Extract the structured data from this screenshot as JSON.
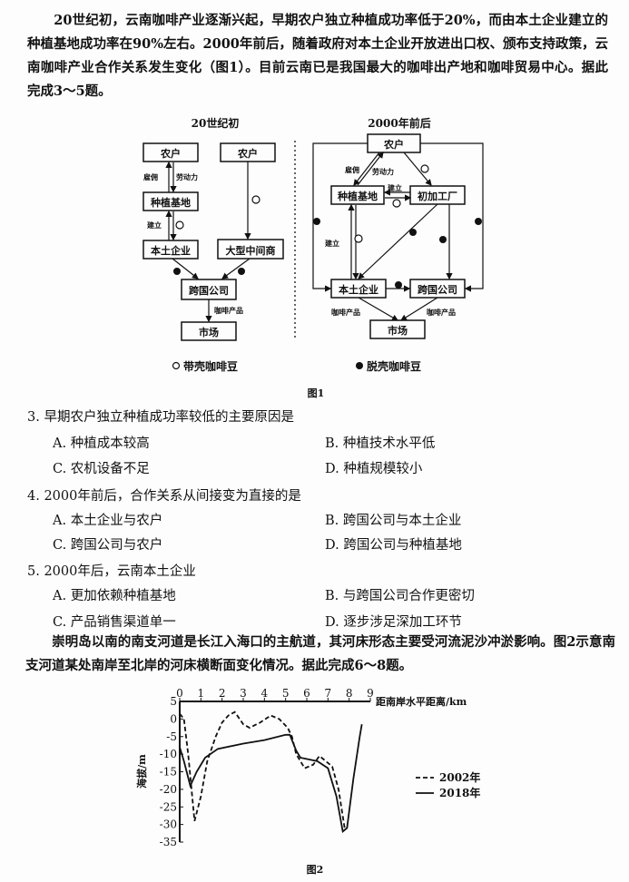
{
  "passage1": "　　20世纪初，云南咖啡产业逐渐兴起，早期农户独立种植成功率低于20%，而由本土企业建立的种植基地成功率在90%左右。2000年前后，随着政府对本土企业开放进出口权、颁布支持政策，云南咖啡产业合作关系发生变化（图1）。目前云南已是我国最大的咖啡出产地和咖啡贸易中心。据此完成3～5题。",
  "figure1": {
    "left_title": "20世纪初",
    "right_title": "2000年前后",
    "farmer": "农户",
    "plantation": "种植基地",
    "local_firm": "本土企业",
    "middleman": "大型中间商",
    "multinational": "跨国公司",
    "market": "市场",
    "processing": "初加工厂",
    "employ": "雇佣",
    "labor": "劳动力",
    "build": "建立",
    "coffee_products": "咖啡产品",
    "legend_hollow": "带壳咖啡豆",
    "legend_solid": "脱壳咖啡豆",
    "caption": "图1"
  },
  "questions": [
    {
      "stem": "3.  早期农户独立种植成功率较低的主要原因是",
      "options": [
        "A. 种植成本较高",
        "B. 种植技术水平低",
        "C. 农机设备不足",
        "D. 种植规模较小"
      ]
    },
    {
      "stem": "4.  2000年前后，合作关系从间接变为直接的是",
      "options": [
        "A. 本土企业与农户",
        "B. 跨国公司与本土企业",
        "C. 跨国公司与农户",
        "D. 跨国公司与种植基地"
      ]
    },
    {
      "stem": "5.  2000年后，云南本土企业",
      "options": [
        "A. 更加依赖种植基地",
        "B. 与跨国公司合作更密切",
        "C. 产品销售渠道单一",
        "D. 逐步涉足深加工环节"
      ]
    }
  ],
  "passage2": "　　崇明岛以南的南支河道是长江入海口的主航道，其河床形态主要受河流泥沙冲淤影响。图2示意南支河道某处南岸至北岸的河床横断面变化情况。据此完成6～8题。",
  "chart_data": {
    "type": "line",
    "title": "",
    "caption": "图2",
    "xlabel": "距南岸水平距离/km",
    "ylabel": "海拔/m",
    "xlim": [
      0,
      9
    ],
    "ylim": [
      -35,
      5
    ],
    "xticks": [
      "0",
      "1",
      "2",
      "3",
      "4",
      "5",
      "6",
      "7",
      "8",
      "9"
    ],
    "yticks": [
      "5",
      "0",
      "-5",
      "-10",
      "-15",
      "-20",
      "-25",
      "-30",
      "-35"
    ],
    "legend_position": "right",
    "series": [
      {
        "name": "2002年",
        "style": "dashed",
        "x": [
          0,
          0.2,
          0.4,
          0.7,
          1,
          1.3,
          1.7,
          2,
          2.3,
          2.6,
          3,
          3.3,
          3.8,
          4.3,
          4.7,
          5.1,
          5.3,
          5.5,
          5.9,
          6.3,
          6.6,
          6.9,
          7.2,
          7.5,
          7.8
        ],
        "y": [
          1.5,
          0,
          -10,
          -29,
          -22,
          -12,
          -5,
          -1,
          1,
          2,
          -1.5,
          -2.5,
          -1,
          1,
          0,
          -2.5,
          -5,
          -10,
          -14,
          -13,
          -10.5,
          -12,
          -13.5,
          -20,
          -31.5
        ]
      },
      {
        "name": "2018年",
        "style": "solid",
        "x": [
          0,
          0.2,
          0.5,
          0.8,
          1.2,
          1.8,
          3,
          4,
          5,
          5.2,
          5.5,
          5.7,
          6.5,
          7,
          7.4,
          7.7,
          7.9,
          8.2,
          8.5,
          8.6
        ],
        "y": [
          -8,
          -12,
          -19,
          -15,
          -11,
          -8.5,
          -7,
          -6,
          -4.5,
          -4.5,
          -9,
          -11,
          -12,
          -14,
          -22,
          -32,
          -31,
          -17,
          -5,
          -1.5
        ]
      }
    ]
  }
}
